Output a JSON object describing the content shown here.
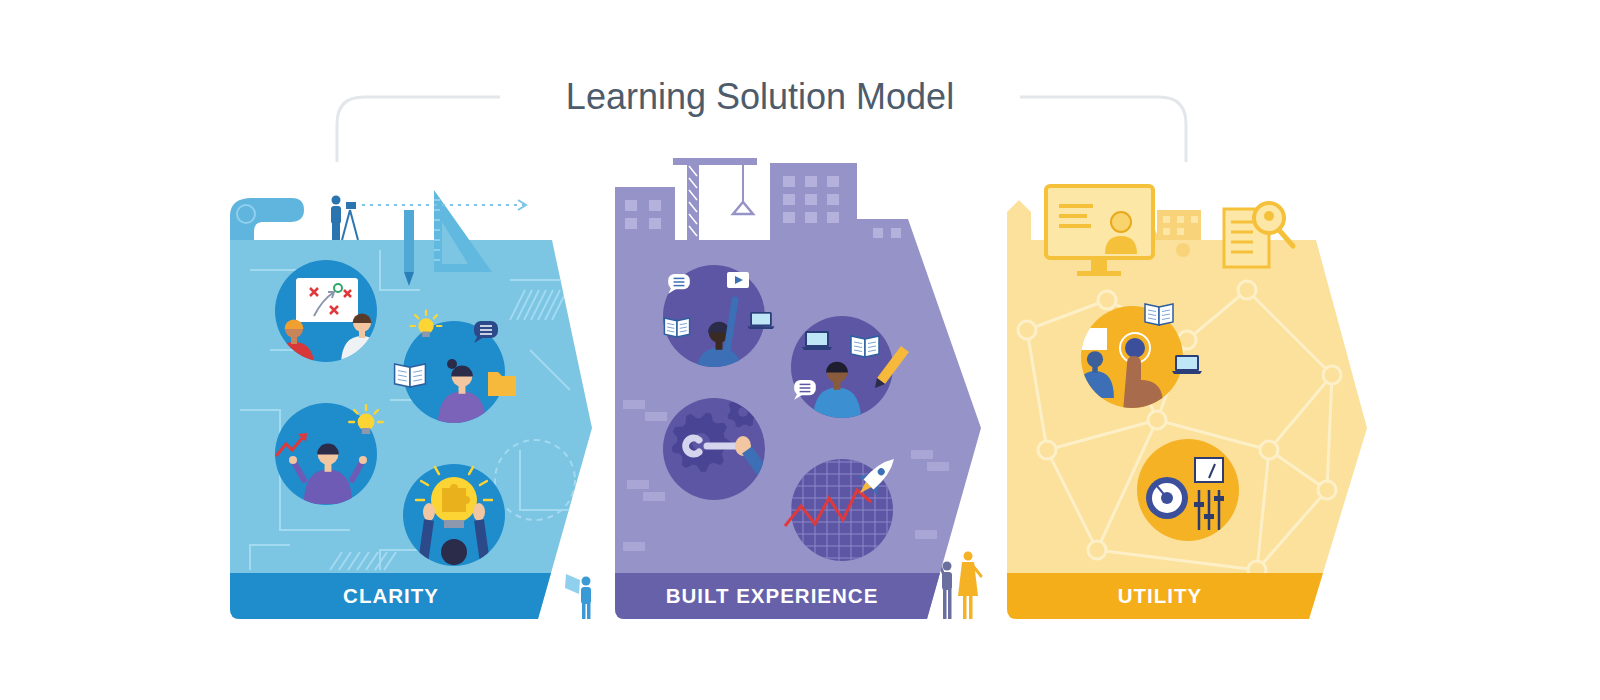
{
  "diagram": {
    "title": "Learning Solution Model",
    "nodes": [
      {
        "text": [
          "CLARITY"
        ]
      },
      {
        "text": [
          "BUILT EXPERIENCE"
        ]
      },
      {
        "text": [
          "UTILITY"
        ]
      }
    ]
  }
}
